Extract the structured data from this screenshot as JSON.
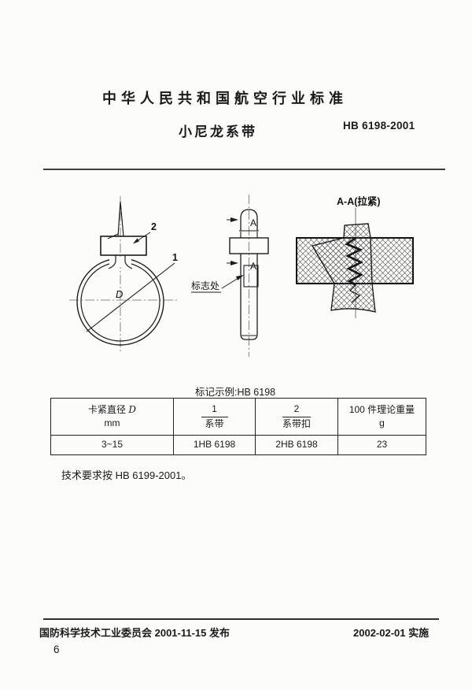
{
  "doc": {
    "title": "中华人民共和国航空行业标准",
    "subtitle": "小尼龙系带",
    "standard_no": "HB 6198-2001",
    "figures": {
      "front": {
        "ring_label": "1",
        "buckle_label": "2",
        "diameter_symbol": "D"
      },
      "side": {
        "section_letter": "A",
        "marking_site": "标志处"
      },
      "section": {
        "title": "A-A(拉紧)"
      }
    },
    "marking_example": "标记示例:HB 6198",
    "table": {
      "col1": {
        "name": "卡紧直径",
        "symbol": "D",
        "unit": "mm"
      },
      "col2": {
        "num": "1",
        "den": "系带"
      },
      "col3": {
        "num": "2",
        "den": "系带扣"
      },
      "col4": {
        "name": "100 件理论重量",
        "unit": "g"
      },
      "row": {
        "c1": "3~15",
        "c2": "1HB 6198",
        "c3": "2HB 6198",
        "c4": "23"
      }
    },
    "tech_note": "技术要求按 HB 6199-2001。",
    "footer": {
      "issue": "国防科学技术工业委员会 2001-11-15 发布",
      "implement": "2002-02-01 实施",
      "page_no": "6"
    }
  }
}
